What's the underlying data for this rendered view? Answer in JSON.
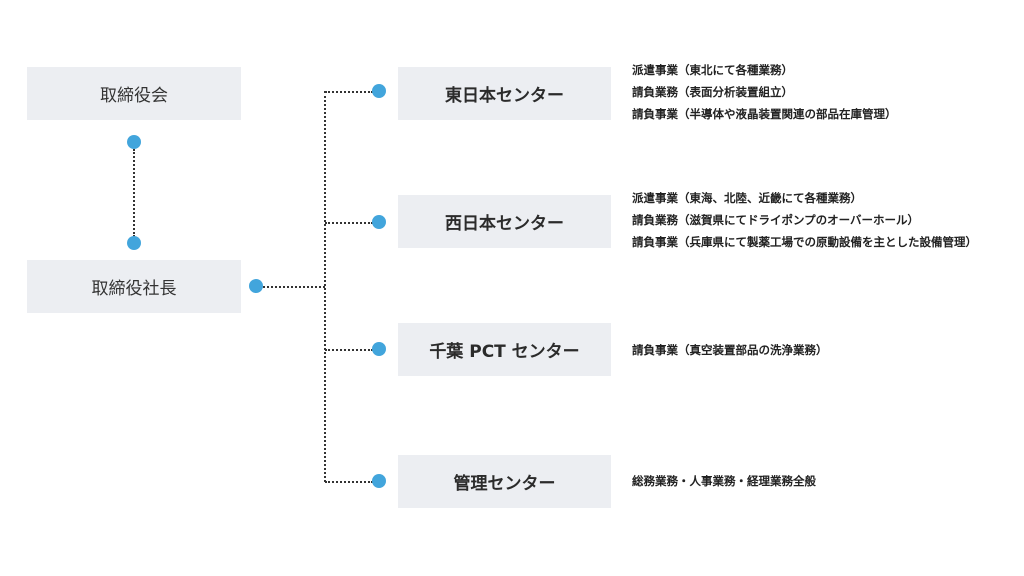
{
  "colors": {
    "node_bg": "#eceef2",
    "dot": "#42a5dc",
    "line": "#333333"
  },
  "board": {
    "label": "取締役会"
  },
  "president": {
    "label": "取締役社長"
  },
  "centers": [
    {
      "label": "東日本センター",
      "items": [
        "派遣事業（東北にて各種業務）",
        "請負業務（表面分析装置組立）",
        "請負事業（半導体や液晶装置関連の部品在庫管理）"
      ]
    },
    {
      "label": "西日本センター",
      "items": [
        "派遣事業（東海、北陸、近畿にて各種業務）",
        "請負業務（滋賀県にてドライポンプのオーバーホール）",
        "請負事業（兵庫県にて製薬工場での原動設備を主とした設備管理）"
      ]
    },
    {
      "label": "千葉 PCT センター",
      "items": [
        "請負事業（真空装置部品の洗浄業務）"
      ]
    },
    {
      "label": "管理センター",
      "items": [
        "総務業務・人事業務・経理業務全般"
      ]
    }
  ]
}
